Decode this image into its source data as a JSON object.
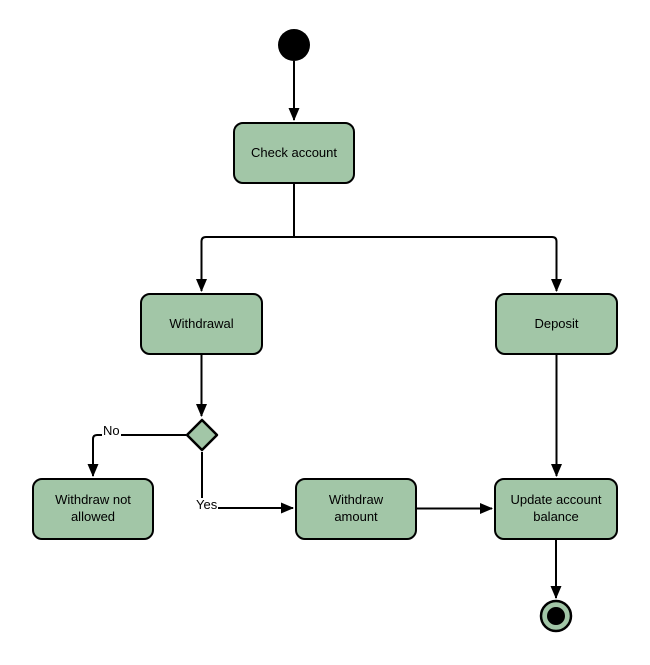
{
  "diagram": {
    "kind": "uml-activity-diagram",
    "subject": "Account withdrawal and deposit flow",
    "colors": {
      "canvas_bg": "#ffffff",
      "node_fill": "#a2c6a7",
      "node_border": "#000000",
      "line": "#000000"
    },
    "nodes": {
      "check_account": "Check account",
      "withdrawal": "Withdrawal",
      "deposit": "Deposit",
      "withdraw_not_allowed": "Withdraw not allowed",
      "withdraw_amount": "Withdraw amount",
      "update_account_balance": "Update account balance"
    },
    "special_nodes": {
      "start": "initial-node",
      "decision": "decision-diamond",
      "end": "final-node"
    },
    "edges": [
      {
        "from": "start",
        "to": "check_account",
        "label": ""
      },
      {
        "from": "check_account",
        "to": "withdrawal",
        "label": ""
      },
      {
        "from": "check_account",
        "to": "deposit",
        "label": ""
      },
      {
        "from": "withdrawal",
        "to": "decision",
        "label": ""
      },
      {
        "from": "decision",
        "to": "withdraw_not_allowed",
        "label": "No"
      },
      {
        "from": "decision",
        "to": "withdraw_amount",
        "label": "Yes"
      },
      {
        "from": "withdraw_amount",
        "to": "update_account_balance",
        "label": ""
      },
      {
        "from": "deposit",
        "to": "update_account_balance",
        "label": ""
      },
      {
        "from": "update_account_balance",
        "to": "end",
        "label": ""
      }
    ]
  }
}
